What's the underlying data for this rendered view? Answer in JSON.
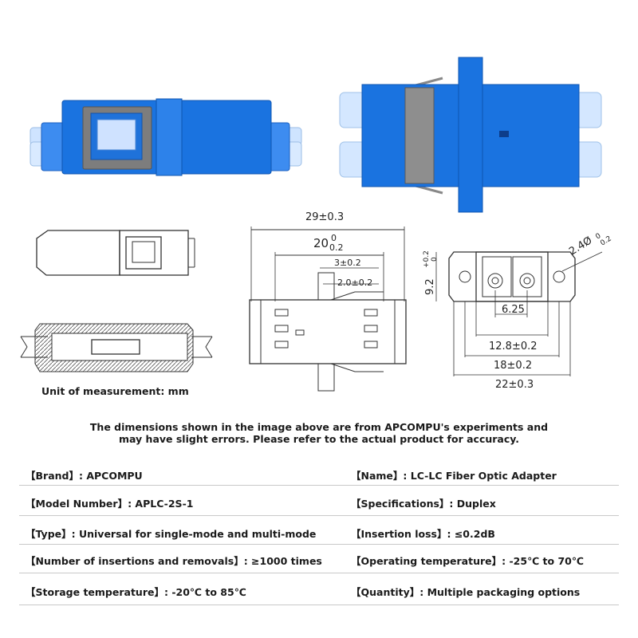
{
  "dimensions": {
    "overall_length": "29±0.3",
    "body_length": "20",
    "body_length_tol_top": "0",
    "body_length_tol_bottom": "0.2",
    "clip_width": "3±0.2",
    "clip_gap": "2.0±0.2",
    "height": "9.2",
    "height_tol_top": "+0.2",
    "height_tol_bottom": "0",
    "hole_dia": "2.4Ø",
    "hole_tol_top": "0",
    "hole_tol_bottom": "0.2",
    "ferrule_pitch": "6.25",
    "window_width": "12.8±0.2",
    "body_width": "18±0.2",
    "flange_width": "22±0.3"
  },
  "unit_note": "Unit of measurement: mm",
  "disclaimer": {
    "line1": "The dimensions shown in the image above are from APCOMPU's experiments and",
    "line2": "may have slight errors. Please refer to the actual product for accuracy."
  },
  "specs": {
    "brand": "【Brand】: APCOMPU",
    "name": "【Name】: LC-LC Fiber Optic Adapter",
    "model": "【Model Number】: APLC-2S-1",
    "specifications": "【Specifications】: Duplex",
    "type": "【Type】:  Universal for single-mode and multi-mode",
    "insertion_loss": "【Insertion loss】: ≤0.2dB",
    "insertions": "【Number of insertions and removals】: ≥1000 times",
    "operating_temp": "【Operating temperature】: -25℃ to 70℃",
    "storage_temp": "【Storage temperature】: -20℃ to 85℃",
    "quantity": "【Quantity】: Multiple packaging options"
  },
  "colors": {
    "adapter_blue": "#1a73e0",
    "adapter_dark": "#1460bd",
    "clip_gray": "#8a8a8a",
    "line": "#333333"
  }
}
